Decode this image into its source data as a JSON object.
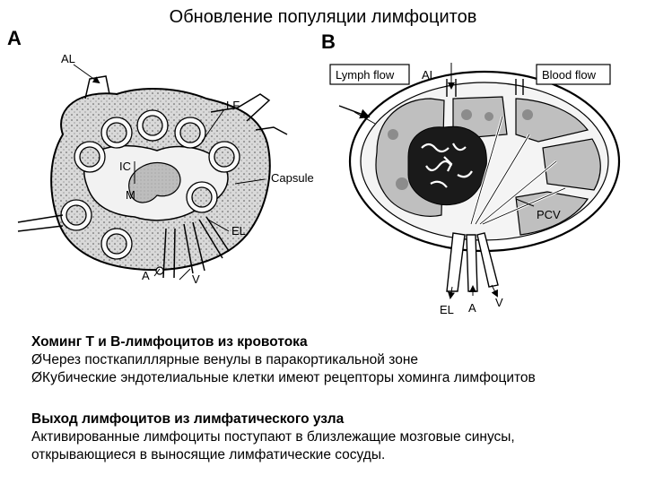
{
  "header": {
    "title": "Обновление популяции лимфоцитов",
    "panel_a": "A",
    "panel_b": "B"
  },
  "diagram_a": {
    "labels": {
      "al": "AL",
      "lf": "LF",
      "ic": "IC",
      "m": "M",
      "capsule": "Capsule",
      "el": "EL",
      "a": "A",
      "v": "V"
    }
  },
  "diagram_b": {
    "labels": {
      "lymph_flow": "Lymph flow",
      "al": "AL",
      "blood_flow": "Blood flow",
      "pcv": "PCV",
      "el": "EL",
      "a": "A",
      "v": "V"
    }
  },
  "homing": {
    "heading": "Хоминг Т и В-лимфоцитов из кровотока",
    "items": [
      "ØЧерез посткапиллярные венулы в паракортикальной зоне",
      "ØКубические эндотелиальные клетки имеют рецепторы хоминга лимфоцитов"
    ]
  },
  "exit": {
    "heading": "Выход лимфоцитов из лимфатического узла",
    "lines": [
      "Активированные лимфоциты поступают в близлежащие мозговые синусы,",
      "открывающиеся в выносящие лимфатические сосуды."
    ]
  }
}
